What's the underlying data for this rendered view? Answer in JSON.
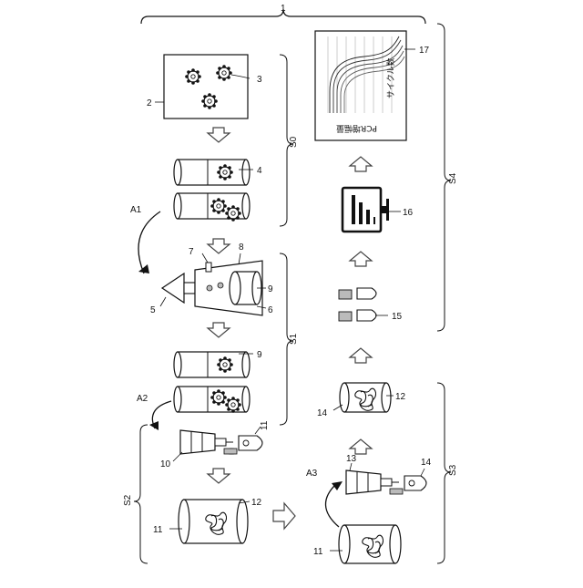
{
  "labels": {
    "system": "1",
    "plate": "2",
    "microbe": "3",
    "culture": "4",
    "nozzle": "5",
    "sorter": "6",
    "inlet": "7",
    "chamber": "8",
    "collected": "9",
    "pipette": "10",
    "tube_a": "11",
    "lysate": "12",
    "pipette_b": "13",
    "tube_b": "14",
    "pcr_tubes": "15",
    "monitor": "16",
    "graph": "17",
    "arrow_a1": "A1",
    "arrow_a2": "A2",
    "arrow_a3": "A3"
  },
  "steps": {
    "s0": "S0",
    "s1": "S1",
    "s2": "S2",
    "s3": "S3",
    "s4": "S4"
  },
  "graph": {
    "ylabel": "PCR増幅量",
    "xlabel": "サイクル数"
  }
}
